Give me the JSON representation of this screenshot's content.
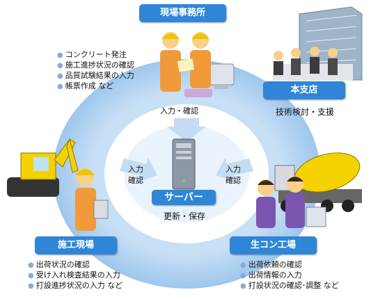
{
  "nodes": {
    "site_office": {
      "label": "現場事務所",
      "items": [
        "コンクリート発注",
        "施工進捗状況の確認",
        "品質試験結果の入力",
        "帳票作成 など"
      ]
    },
    "head_office": {
      "label": "本支店",
      "caption": "技術検討・支援"
    },
    "construction_site": {
      "label": "施工現場",
      "items": [
        "出荷状況の確認",
        "受け入れ検査結果の入力",
        "打設進捗状況の入力 など"
      ]
    },
    "plant": {
      "label": "生コン工場",
      "items": [
        "出荷依頼の確認",
        "出荷情報の入力",
        "打設状況の確認･調整 など"
      ]
    },
    "server": {
      "label": "サーバー",
      "caption": "更新・保存"
    }
  },
  "arrows": {
    "top": "入力・確認",
    "left_line1": "入力",
    "left_line2": "確認",
    "right_line1": "入力",
    "right_line2": "確認"
  },
  "colors": {
    "badge": "#2f86d6",
    "ring": "#a9cdef",
    "ring_inner": "#d8ebfa",
    "bullet": "#8aa8d8"
  }
}
